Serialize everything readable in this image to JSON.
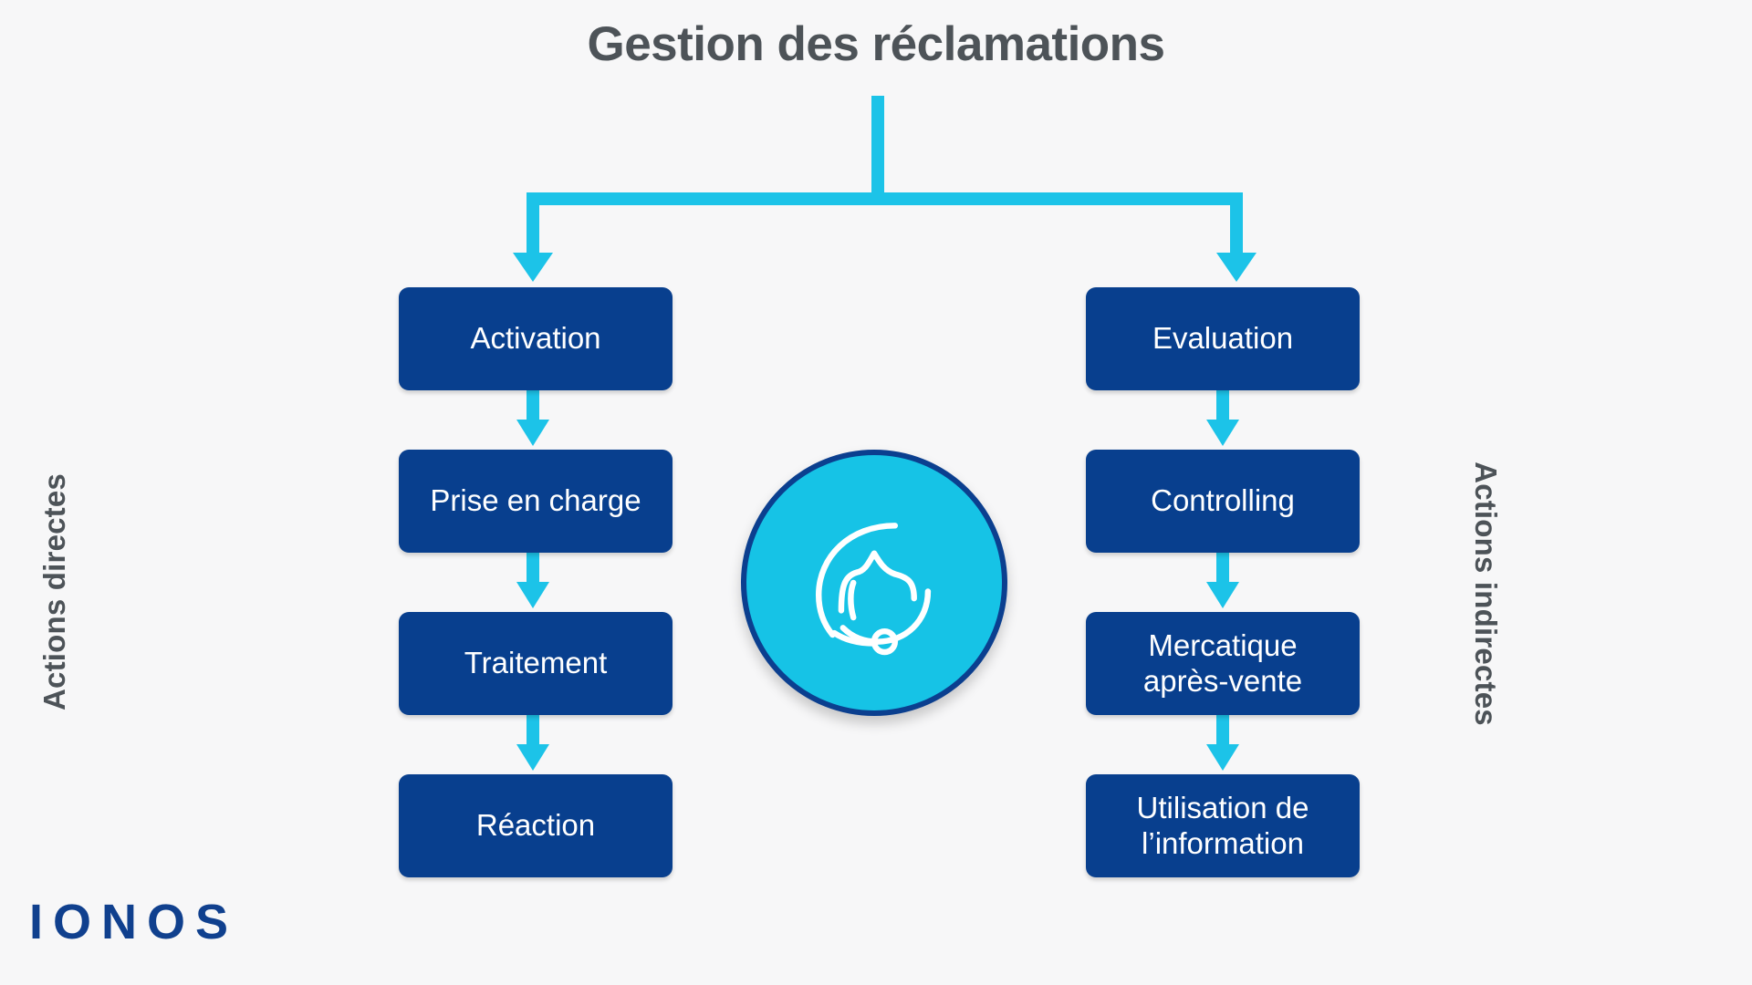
{
  "diagram": {
    "title": "Gestion des réclamations",
    "background_color": "#f7f7f8",
    "title_color": "#4d5358",
    "node_color": "#083f8e",
    "arrow_color": "#1cc3e8",
    "badge_fill": "#16c3e6",
    "badge_border": "#0b3f8f",
    "left_axis_label": "Actions directes",
    "right_axis_label": "Actions indirectes",
    "center_icon": "headset-support-icon",
    "left_column": [
      {
        "label": "Activation"
      },
      {
        "label": "Prise en charge"
      },
      {
        "label": "Traitement"
      },
      {
        "label": "Réaction"
      }
    ],
    "right_column": [
      {
        "label": "Evaluation"
      },
      {
        "label": "Controlling"
      },
      {
        "label": "Mercatique",
        "label2": "après-vente"
      },
      {
        "label": "Utilisation de",
        "label2": "l’information"
      }
    ]
  },
  "brand": {
    "logo_text": "IONOS",
    "logo_color": "#10408e"
  }
}
